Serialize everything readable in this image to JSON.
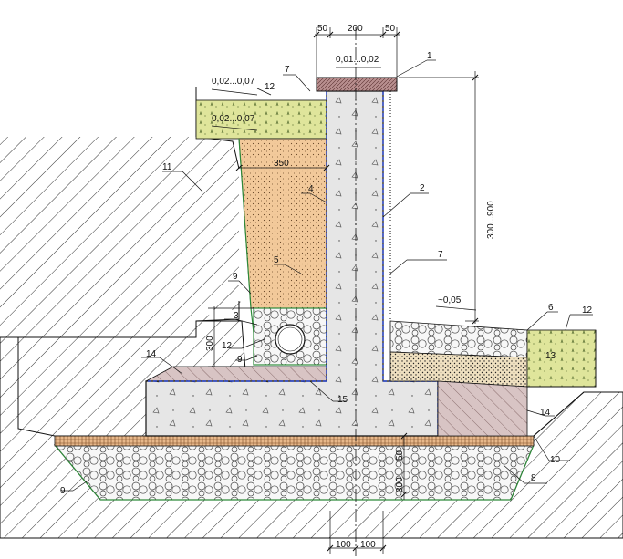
{
  "dimensions": {
    "top_left_margin": "50",
    "wall_thickness": "200",
    "top_right_margin": "50",
    "cap_slope": "0,01...0,02",
    "left_slope_upper": "0,02...0,07",
    "left_slope_lower": "0,02...0,07",
    "backfill_width": "350",
    "wall_height": "300...900",
    "front_slope": "~0,05",
    "drain_height": "300",
    "base_pad": "50",
    "base_thickness": "300",
    "bottom_left": "100",
    "bottom_right": "100"
  },
  "callouts": {
    "c1": "1",
    "c2": "2",
    "c3": "3",
    "c4": "4",
    "c5": "5",
    "c6": "6",
    "c7a": "7",
    "c7b": "7",
    "c8": "8",
    "c9a": "9",
    "c9b": "9",
    "c9c": "9",
    "c10": "10",
    "c11": "11",
    "c12a": "12",
    "c12b": "12",
    "c12c": "12",
    "c13": "13",
    "c14a": "14",
    "c14b": "14",
    "c15": "15"
  },
  "colors": {
    "concrete": "#e6e6e6",
    "sand": "#f2c99a",
    "topsoil": "#dfe59b",
    "cap": "#b88f8f",
    "base_bed": "#e8b88a",
    "clay": "#d8c4c4",
    "gravel_fill": "#f7f7f7",
    "membrane": "#2340c8",
    "geotextile": "#2f8a3a"
  }
}
